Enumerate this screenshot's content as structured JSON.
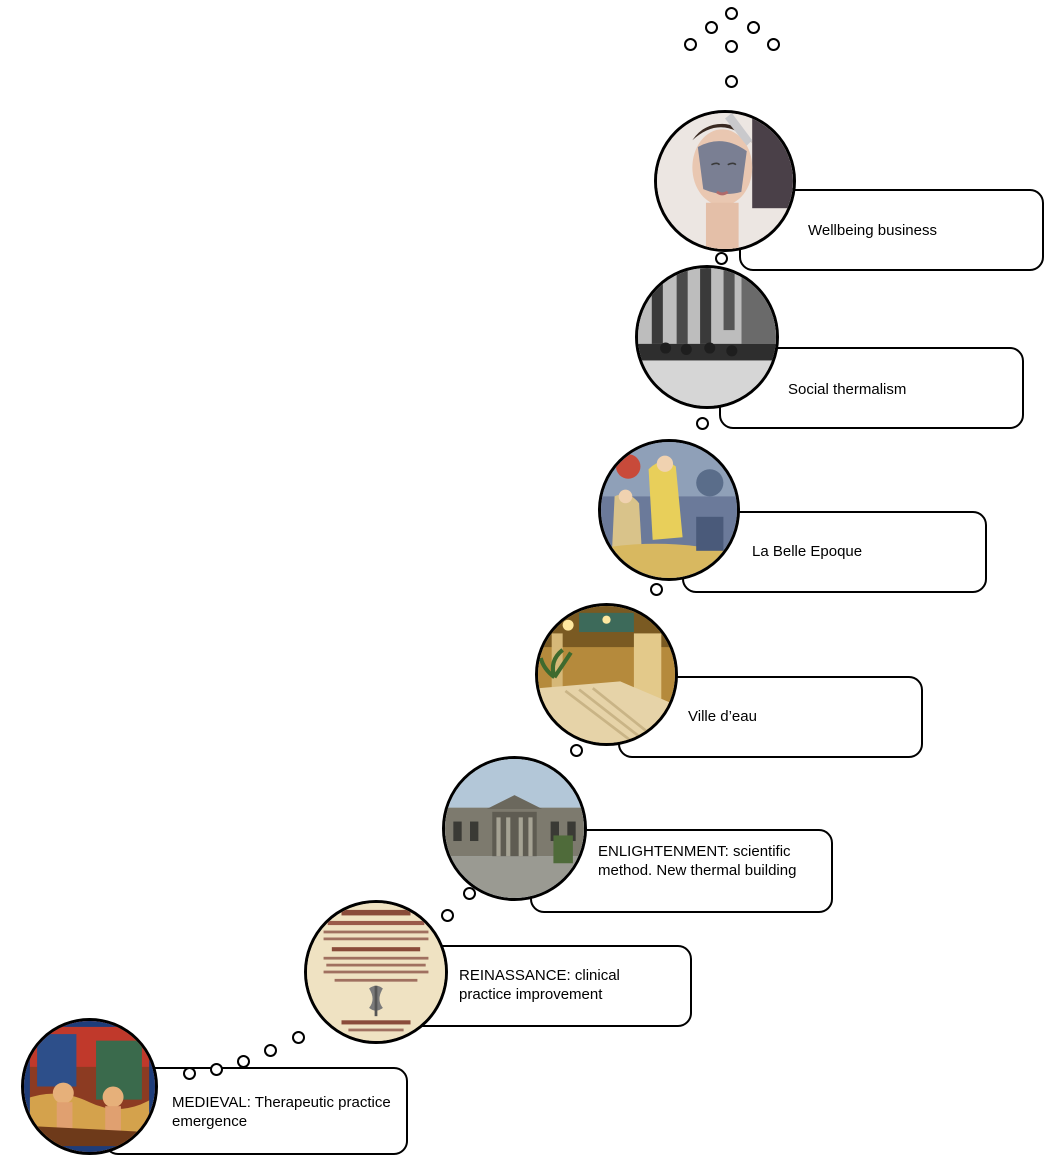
{
  "stages": [
    {
      "label": "MEDIEVAL: Therapeutic practice emergence",
      "image": "medieval-bathing-illustration"
    },
    {
      "label": "REINASSANCE: clinical practice improvement",
      "image": "renaissance-title-page"
    },
    {
      "label": "ENLIGHTENMENT: scientific method. New thermal building",
      "image": "neoclassical-thermal-building"
    },
    {
      "label": "Ville d’eau",
      "image": "grand-staircase-hall"
    },
    {
      "label": "La Belle Epoque",
      "image": "art-nouveau-poster"
    },
    {
      "label": "Social thermalism",
      "image": "historic-bw-photo"
    },
    {
      "label": "Wellbeing business",
      "image": "face-mask-spa-photo"
    }
  ]
}
